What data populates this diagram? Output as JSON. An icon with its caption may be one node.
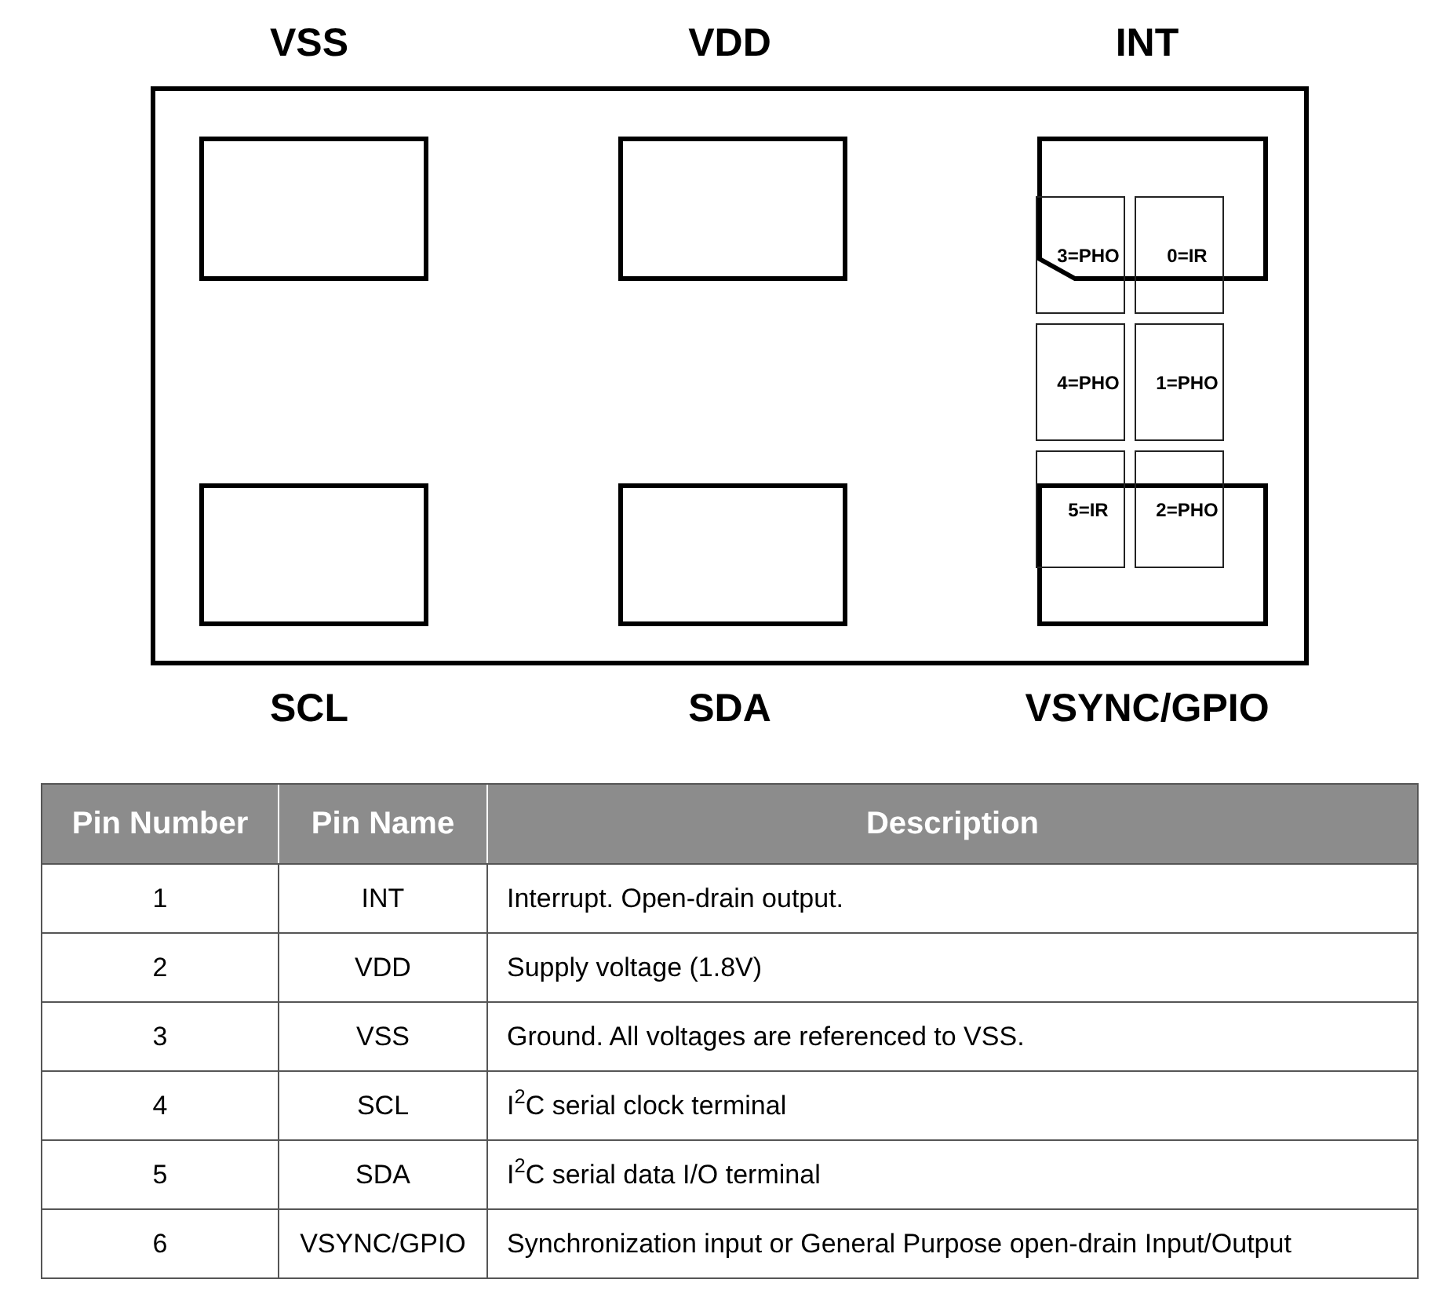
{
  "diagram": {
    "nodes": [
      {
        "text": [],
        "shape": "box"
      },
      {
        "text": [],
        "shape": "box",
        "in": 0
      },
      {
        "text": [],
        "shape": "box",
        "in": 0
      },
      {
        "text": [],
        "shape": "box",
        "in": 0
      },
      {
        "text": [],
        "shape": "box",
        "in": 0
      },
      {
        "text": [],
        "shape": "box",
        "in": 0
      },
      {
        "text": [],
        "shape": "box",
        "in": 0
      },
      {
        "text": [
          "3=PHO"
        ],
        "in": 0
      },
      {
        "text": [
          "0=IR"
        ],
        "in": 0
      },
      {
        "text": [
          "4=PHO"
        ],
        "in": 0
      },
      {
        "text": [
          "1=PHO"
        ],
        "in": 0
      },
      {
        "text": [
          "5=IR"
        ],
        "in": 0
      },
      {
        "text": [
          "2=PHO"
        ],
        "in": 0
      }
    ],
    "labels": [
      "VSS",
      "VDD",
      "INT",
      "SCL",
      "SDA",
      "VSYNC/GPIO",
      "Pin Number",
      "Pin Name",
      "Description",
      "1",
      "INT",
      "Interrupt. Open-drain output.",
      "2",
      "VDD",
      "Supply voltage (1.8V)",
      "3",
      "VSS",
      "Ground. All voltages are referenced to VSS.",
      "4",
      "SCL",
      "I$^{2}$C serial clock terminal",
      "5",
      "SDA",
      "I$^{2}$C serial data I/O terminal",
      "6",
      "VSYNC/GPIO",
      "Synchronization input or General Purpose open-drain Input/Output"
    ]
  }
}
